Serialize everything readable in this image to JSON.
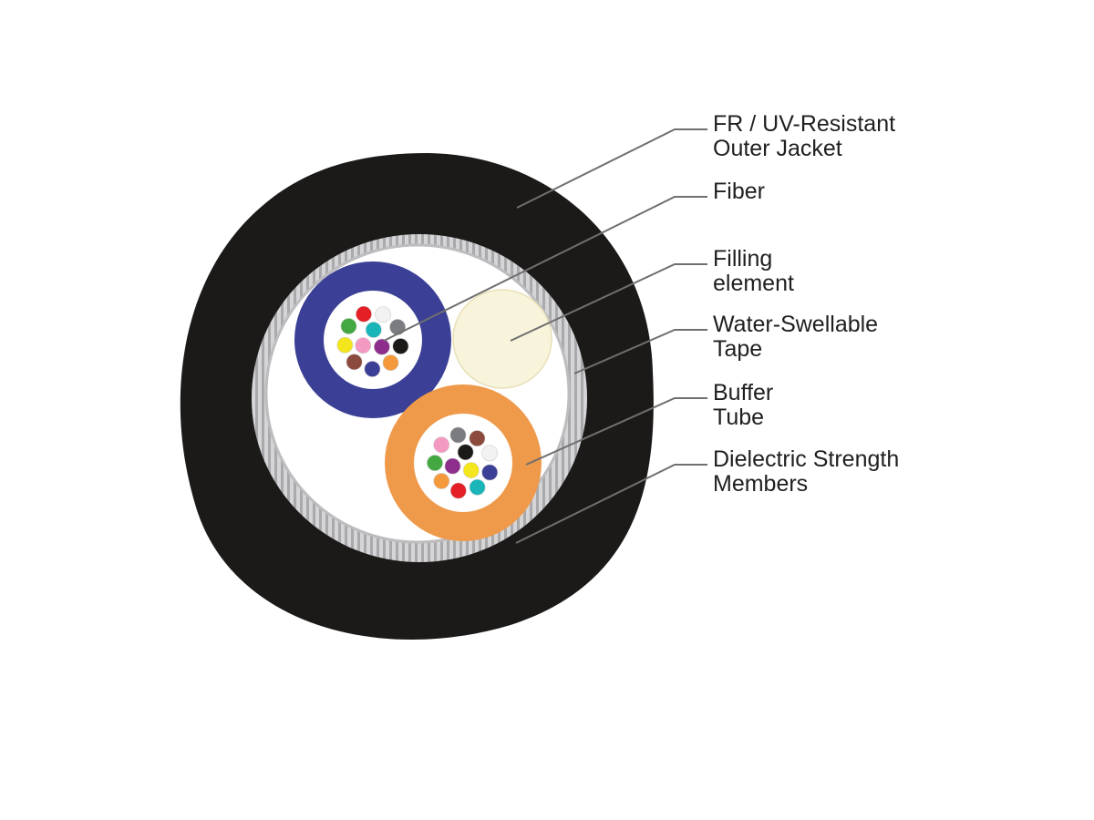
{
  "diagram": {
    "colors": {
      "jacket": "#1c1a19",
      "tape": "#cfcfd1",
      "blue_tube": "#3b3f95",
      "orange_tube": "#ef9a4b",
      "filler": "#f8f4dc",
      "leader": "#6f6f6f"
    },
    "callouts": [
      {
        "id": "jacket",
        "lines": [
          "FR / UV-Resistant",
          "Outer Jacket"
        ]
      },
      {
        "id": "fiber",
        "lines": [
          "Fiber"
        ]
      },
      {
        "id": "filler",
        "lines": [
          "Filling",
          "element"
        ]
      },
      {
        "id": "tape",
        "lines": [
          "Water-Swellable",
          "Tape"
        ]
      },
      {
        "id": "buffer",
        "lines": [
          "Buffer",
          "Tube"
        ]
      },
      {
        "id": "members",
        "lines": [
          "Dielectric Strength",
          "Members"
        ]
      }
    ],
    "fiber_colors": {
      "blue_tube": [
        "#e41f26",
        "#f2f2f2",
        "#7a7c80",
        "#1c1a19",
        "#f59a3c",
        "#3b3f95",
        "#8b4a3c",
        "#f4e61c",
        "#44a842",
        "#1ab5b8",
        "#8e2e8c",
        "#f49ac2"
      ],
      "orange_tube": [
        "#7a7c80",
        "#8b4a3c",
        "#f2f2f2",
        "#3b3f95",
        "#1ab5b8",
        "#e41f26",
        "#f59a3c",
        "#44a842",
        "#f49ac2",
        "#1c1a19",
        "#f4e61c",
        "#8e2e8c"
      ]
    }
  }
}
